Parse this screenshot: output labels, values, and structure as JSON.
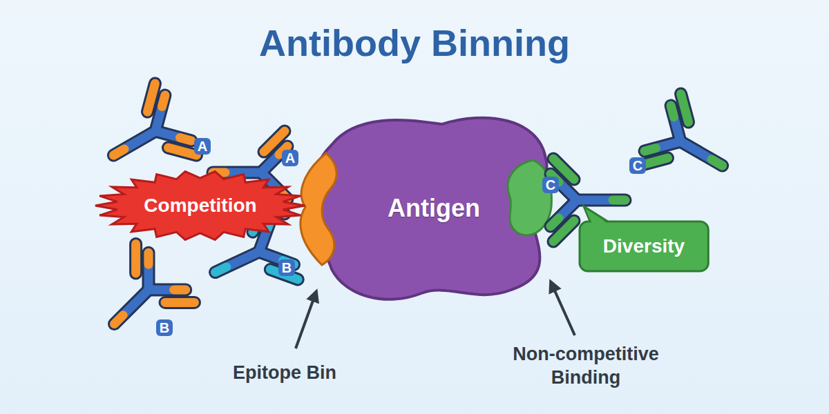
{
  "diagram": {
    "title": "Antibody Binning",
    "nodes": [
      {
        "text": [
          "Competition"
        ]
      },
      {
        "text": [
          "Antigen"
        ]
      },
      {
        "text": [
          "Diversity"
        ]
      }
    ],
    "labels": [
      "A",
      "A",
      "B",
      "B",
      "C",
      "C",
      "Epitope Bin",
      "Non-competitive Binding"
    ]
  }
}
